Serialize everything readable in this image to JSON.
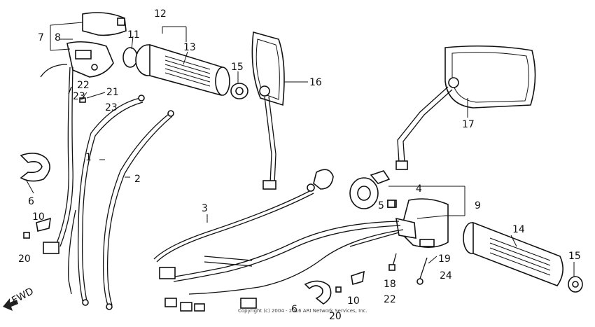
{
  "labels": {
    "l1": "1",
    "l2": "2",
    "l3": "3",
    "l4": "4",
    "l5": "5",
    "l6a": "6",
    "l6b": "6",
    "l7": "7",
    "l8": "8",
    "l9": "9",
    "l10a": "10",
    "l10b": "10",
    "l11": "11",
    "l12": "12",
    "l13": "13",
    "l14": "14",
    "l15a": "15",
    "l15b": "15",
    "l16": "16",
    "l17": "17",
    "l18": "18",
    "l19": "19",
    "l20a": "20",
    "l20b": "20",
    "l21": "21",
    "l22a": "22",
    "l22b": "22",
    "l23a": "23",
    "l23b": "23",
    "l24": "24"
  },
  "fwd": "FWD",
  "copyright": "Copyright (c) 2004 - 2016 ARI Network Services, Inc."
}
